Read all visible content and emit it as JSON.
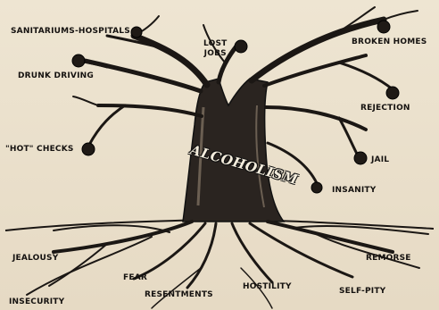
{
  "diagram": {
    "center_label": "ALCOHOLISM",
    "branch_labels": {
      "sanitariums": "SANITARIUMS-HOSPITALS",
      "drunk_driving": "DRUNK DRIVING",
      "lost_jobs": "LOST\nJOBS",
      "broken_homes": "BROKEN HOMES",
      "rejection": "REJECTION",
      "hot_checks": "\"HOT\" CHECKS",
      "jail": "JAIL",
      "insanity": "INSANITY"
    },
    "root_labels": {
      "jealousy": "JEALOUSY",
      "fear": "FEAR",
      "remorse": "REMORSE",
      "insecurity": "INSECURITY",
      "resentments": "RESENTMENTS",
      "hostility": "HOSTILITY",
      "self_pity": "SELF-PITY"
    }
  }
}
